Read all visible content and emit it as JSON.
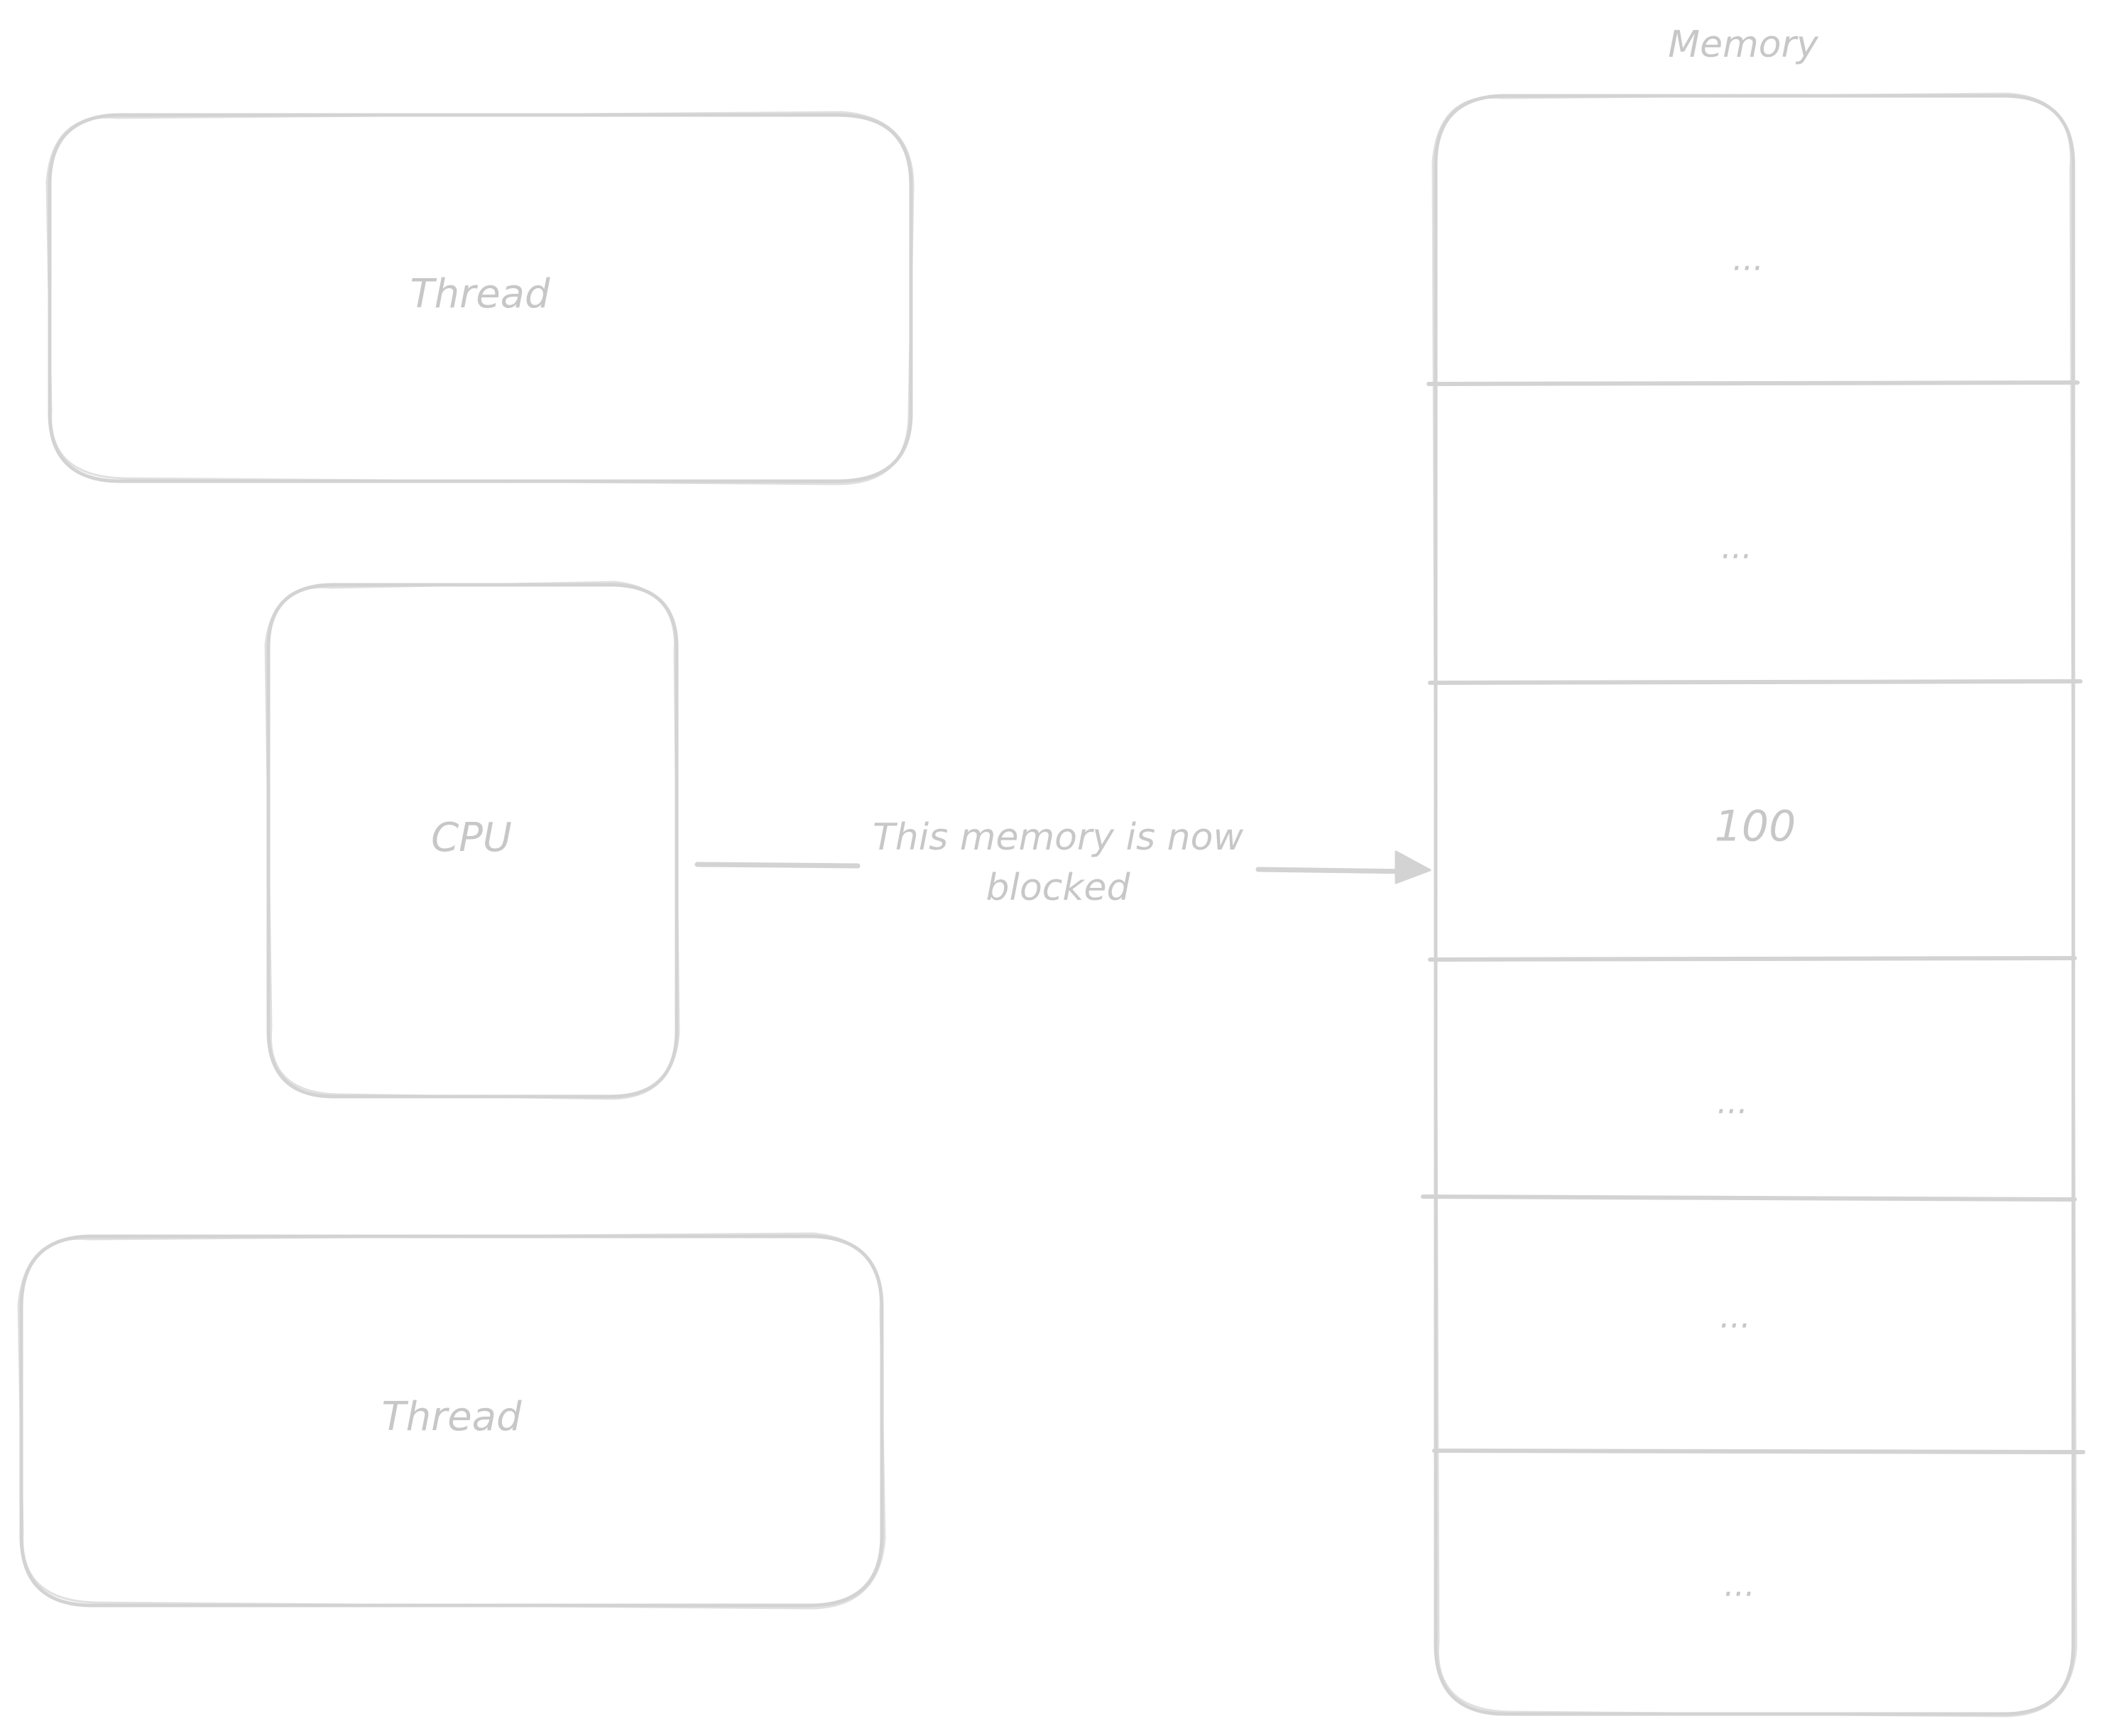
{
  "diagram": {
    "threads": [
      {
        "label": "Thread"
      },
      {
        "label": "Thread"
      }
    ],
    "cpu": {
      "label": "CPU"
    },
    "connector": {
      "label_line_1": "This memory is now",
      "label_line_2": "blocked"
    },
    "memory": {
      "title": "Memory",
      "cells": [
        "...",
        "...",
        "100",
        "...",
        "...",
        "..."
      ]
    },
    "colors": {
      "stroke": "#d3d3d3",
      "text": "#c7c7c7",
      "background": "#ffffff"
    }
  }
}
